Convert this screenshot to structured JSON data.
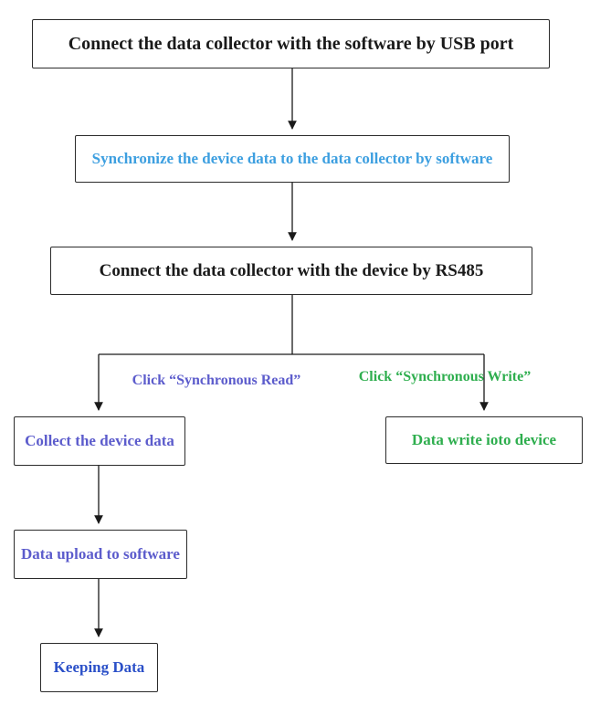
{
  "colors": {
    "black": "#1a1a1a",
    "light_blue": "#3d9fe0",
    "slate_purple": "#5c5ccc",
    "green": "#2eae4e",
    "dark_blue": "#2b50c8",
    "line": "#1a1a1a"
  },
  "nodes": {
    "usb": {
      "label": "Connect the data collector with the software by USB port"
    },
    "sync": {
      "label": "Synchronize the device data to the data collector by software"
    },
    "rs485": {
      "label": "Connect the data collector with the device by RS485"
    },
    "collect": {
      "label": "Collect the device data"
    },
    "write": {
      "label": "Data write ioto device"
    },
    "upload": {
      "label": "Data upload to software"
    },
    "keep": {
      "label": "Keeping Data"
    }
  },
  "edge_labels": {
    "sync_read": {
      "label": "Click “Synchronous Read”"
    },
    "sync_write": {
      "label": "Click “Synchronous Write”"
    }
  }
}
